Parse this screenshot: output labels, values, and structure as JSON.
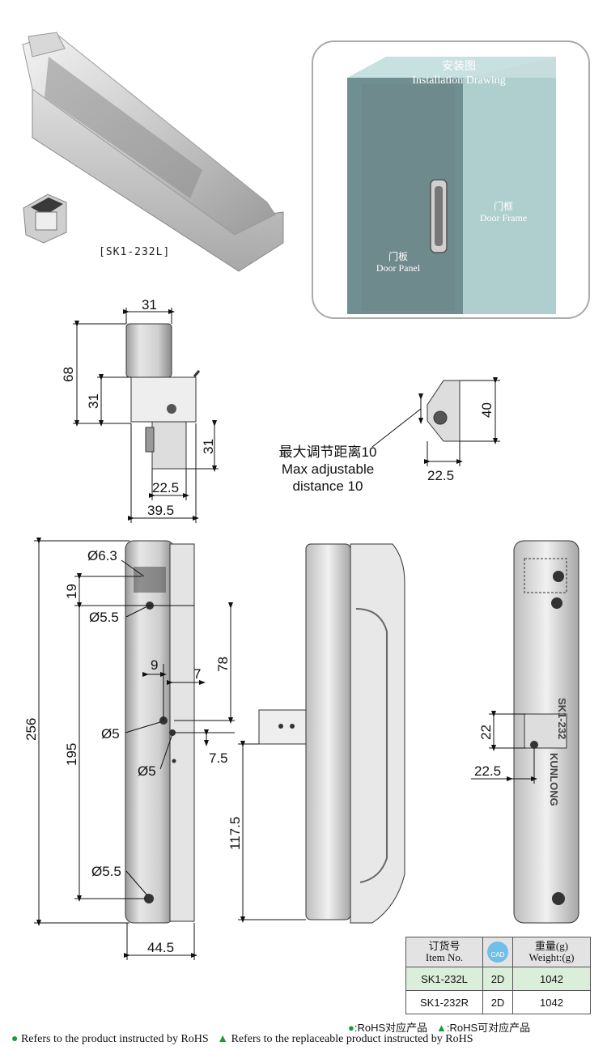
{
  "product_caption": "[SK1-232L]",
  "installation": {
    "title_cn": "安装图",
    "title_en": "Installation Drawing",
    "frame_cn": "门框",
    "frame_en": "Door Frame",
    "panel_cn": "门板",
    "panel_en": "Door Panel"
  },
  "dims_top": {
    "w31": "31",
    "h68": "68",
    "h31a": "31",
    "h31b": "31",
    "w22_5": "22.5",
    "w39_5": "39.5"
  },
  "adjust": {
    "cn": "最大调节距离10",
    "en1": "Max adjustable",
    "en2": "distance 10",
    "h40": "40",
    "w22_5": "22.5"
  },
  "dims_front": {
    "d6_3": "Ø6.3",
    "h19": "19",
    "d5_5a": "Ø5.5",
    "h256": "256",
    "h195": "195",
    "w9": "9",
    "w7": "7",
    "h78": "78",
    "d5a": "Ø5",
    "d5b": "Ø5",
    "h7_5": "7.5",
    "d5_5b": "Ø5.5",
    "w44_5": "44.5"
  },
  "dims_side": {
    "h117_5": "117.5"
  },
  "dims_back": {
    "h22": "22",
    "w22_5": "22.5",
    "stamp_text": "SK1-232",
    "brand_text": "KUNLONG"
  },
  "table": {
    "col1_cn": "订货号",
    "col1_en": "Item No.",
    "cad_label": "CAD",
    "col3_cn": "重量(g)",
    "col3_en": "Weight:(g)",
    "rows": [
      {
        "item": "SK1-232L",
        "cad": "2D",
        "weight": "1042"
      },
      {
        "item": "SK1-232R",
        "cad": "2D",
        "weight": "1042"
      }
    ]
  },
  "legend": {
    "rohs_cn": ":RoHS对应产品",
    "rohs_replace_cn": ":RoHS可对应产品",
    "rohs_en": "Refers to the product instructed by RoHS",
    "rohs_replace_en": "Refers to the replaceable product instructed by RoHS",
    "dot_color": "#1a9a3a",
    "triangle_color": "#1a9a3a"
  }
}
